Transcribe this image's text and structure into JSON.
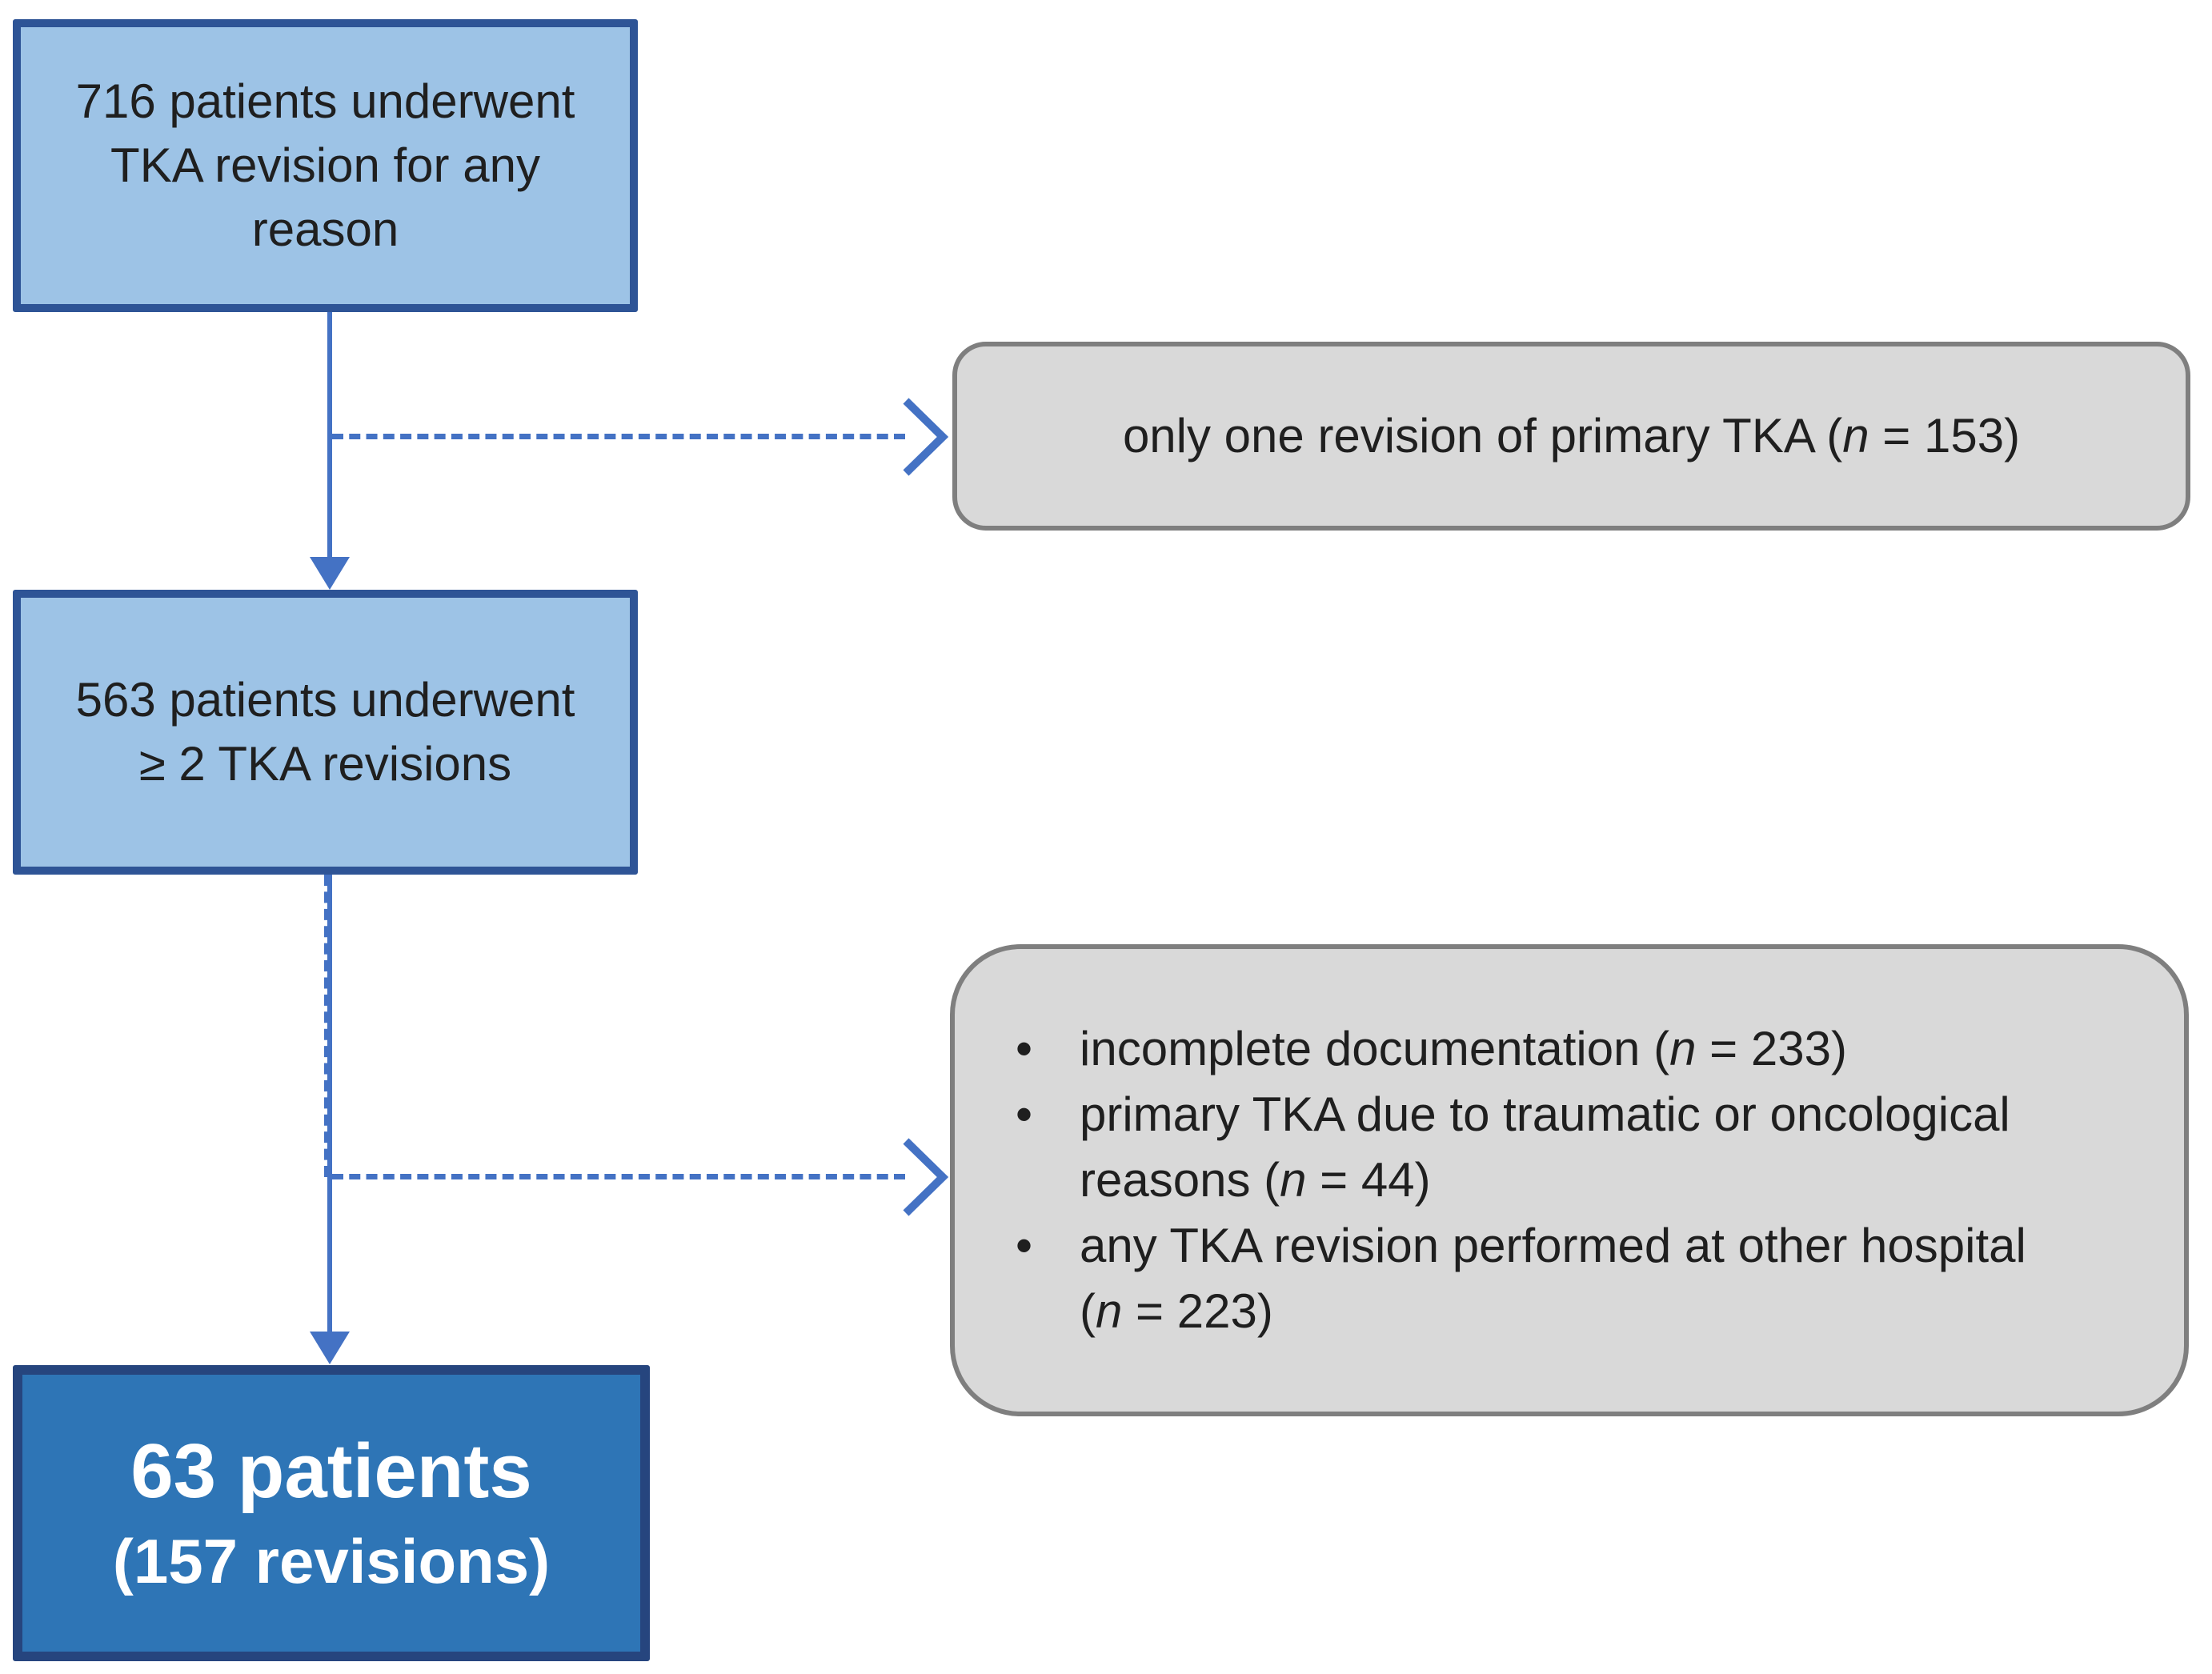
{
  "flow": {
    "box_initial": {
      "lines": [
        "716 patients underwent",
        "TKA revision for any",
        "reason"
      ]
    },
    "box_two": {
      "lines": [
        "563 patients underwent",
        "≥ 2 TKA revisions"
      ]
    },
    "box_final": {
      "line1": "63 patients",
      "line2": "(157 revisions)"
    },
    "exclusion_single": {
      "parts": [
        {
          "t": "only one revision of primary TKA ("
        },
        {
          "t": "n",
          "i": true
        },
        {
          "t": " = 153)"
        }
      ]
    },
    "exclusion_multi": {
      "bullets": [
        [
          {
            "t": "incomplete documentation ("
          },
          {
            "t": "n",
            "i": true
          },
          {
            "t": " = 233)"
          }
        ],
        [
          {
            "t": "primary TKA due to traumatic or oncological reasons ("
          },
          {
            "t": "n",
            "i": true
          },
          {
            "t": " = 44)"
          }
        ],
        [
          {
            "t": "any TKA revision performed at other hospital ("
          },
          {
            "t": "n",
            "i": true
          },
          {
            "t": " = 223)"
          }
        ]
      ]
    },
    "colors": {
      "light_box_fill": "#9dc3e6",
      "light_box_border": "#2e5496",
      "final_box_fill": "#2e75b6",
      "final_box_border": "#26457e",
      "final_text": "#ffffff",
      "gray_box_fill": "#d9d9d9",
      "gray_box_border": "#7f7f7f",
      "arrow": "#4472c4",
      "text": "#1f1f1f"
    }
  }
}
